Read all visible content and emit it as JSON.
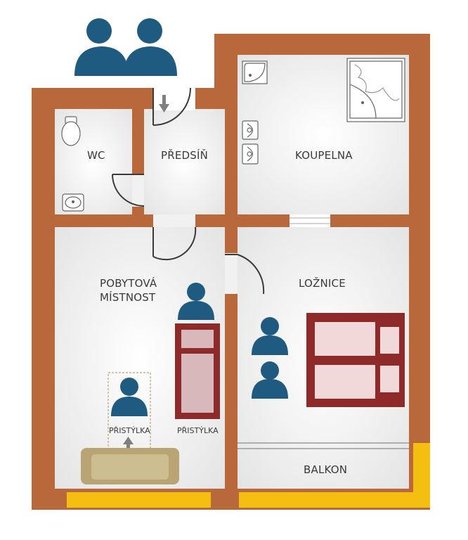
{
  "rooms": {
    "wc": "WC",
    "predsin": "PŘEDSÍŇ",
    "koupelna": "KOUPELNA",
    "pobytova_line1": "POBYTOVÁ",
    "pobytova_line2": "MÍSTNOST",
    "loznice": "LOŽNICE",
    "balkon": "BALKON"
  },
  "beds": {
    "extra_bed_left_label": "PŘISTÝLKA",
    "extra_bed_right_label": "PŘISTÝLKA"
  },
  "occupancy": {
    "header_people_icon": "two-people-icon",
    "person_icon": "person-icon"
  },
  "colors": {
    "wall": "#B8683B",
    "floor": "#F1F1F1",
    "window": "#F5BF12",
    "person": "#1F5B80",
    "bed_frame": "#8E2A2A",
    "bed_mattress": "#D9B8BC",
    "sofa": "#B9A473"
  }
}
